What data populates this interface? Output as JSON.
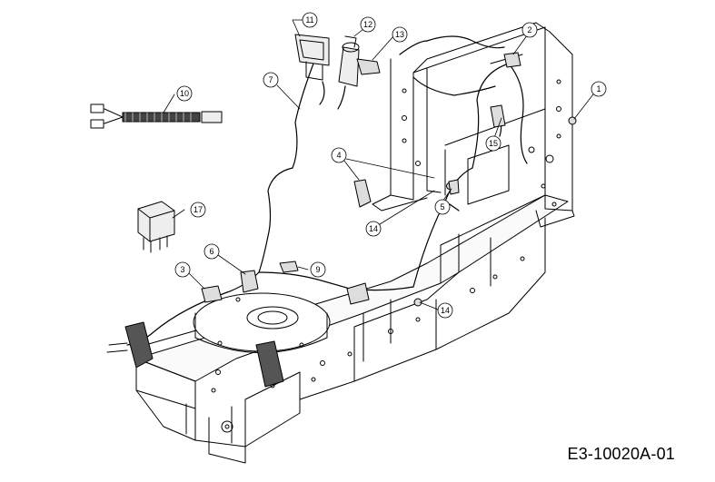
{
  "drawing_code": "E3-10020A-01",
  "callouts": [
    "11",
    "12",
    "13",
    "7",
    "10",
    "2",
    "1",
    "15",
    "4",
    "17",
    "5",
    "14",
    "6",
    "3",
    "9",
    "14"
  ]
}
